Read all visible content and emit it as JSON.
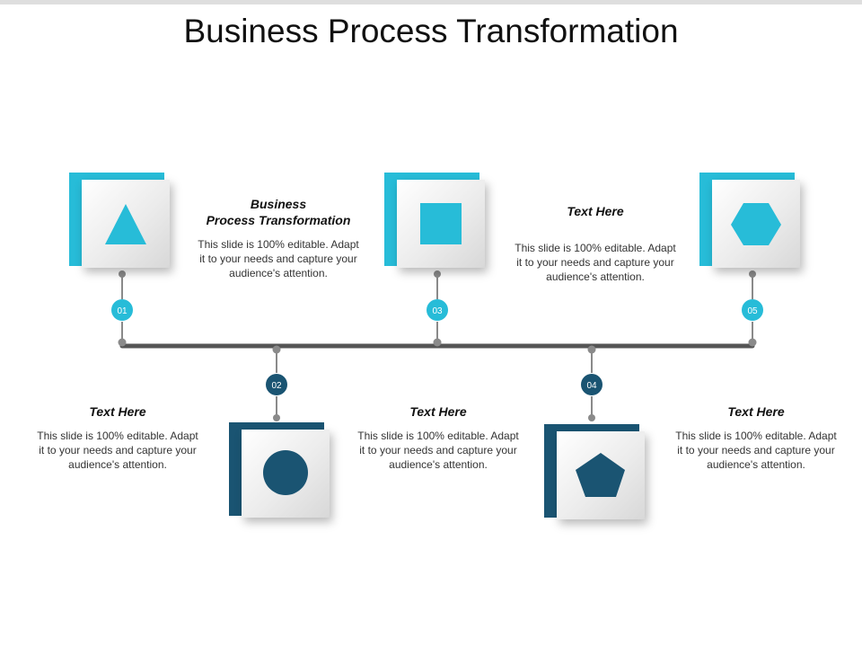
{
  "slide": {
    "title": "Business Process Transformation"
  },
  "colors": {
    "accent_light": "#27bcd8",
    "accent_dark": "#1a5472",
    "timeline": "#555555"
  },
  "steps": [
    {
      "number": "01",
      "icon": "triangle-icon",
      "heading": "Text Here",
      "body": "This slide is 100% editable. Adapt it to your needs and capture your audience's attention."
    },
    {
      "number": "02",
      "icon": "circle-icon",
      "heading": "Business\nProcess Transformation",
      "body": "This slide is 100% editable. Adapt it to your needs and capture your audience's attention."
    },
    {
      "number": "03",
      "icon": "square-icon",
      "heading": "Text Here",
      "body": "This slide is 100% editable. Adapt it to your needs and capture your audience's attention."
    },
    {
      "number": "04",
      "icon": "pentagon-icon",
      "heading": "Text Here",
      "body": "This slide is 100% editable. Adapt it to your needs and capture your audience's attention."
    },
    {
      "number": "05",
      "icon": "hexagon-icon",
      "heading": "Text Here",
      "body": "This slide is 100% editable. Adapt it to your needs and capture your audience's attention."
    }
  ]
}
